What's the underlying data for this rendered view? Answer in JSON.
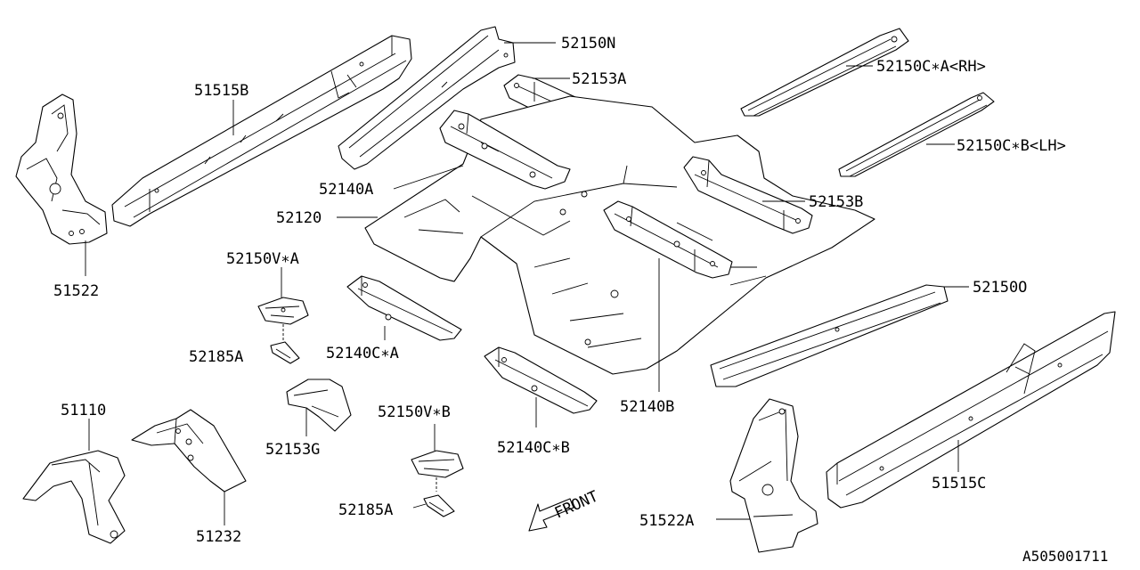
{
  "diagram": {
    "parts": [
      {
        "id": "p51515B",
        "label": "51515B"
      },
      {
        "id": "p52150N",
        "label": "52150N"
      },
      {
        "id": "p52153A",
        "label": "52153A"
      },
      {
        "id": "p52150CA",
        "label": "52150C∗A<RH>"
      },
      {
        "id": "p52150CB",
        "label": "52150C∗B<LH>"
      },
      {
        "id": "p52140A",
        "label": "52140A"
      },
      {
        "id": "p52153B",
        "label": "52153B"
      },
      {
        "id": "p52120",
        "label": "52120"
      },
      {
        "id": "p52150VA",
        "label": "52150V∗A"
      },
      {
        "id": "p52150O",
        "label": "52150O"
      },
      {
        "id": "p51522",
        "label": "51522"
      },
      {
        "id": "p52185A_top",
        "label": "52185A"
      },
      {
        "id": "p52140CA",
        "label": "52140C∗A"
      },
      {
        "id": "p52150VB",
        "label": "52150V∗B"
      },
      {
        "id": "p52140B",
        "label": "52140B"
      },
      {
        "id": "p51110",
        "label": "51110"
      },
      {
        "id": "p52153G",
        "label": "52153G"
      },
      {
        "id": "p52140CB",
        "label": "52140C∗B"
      },
      {
        "id": "p51515C",
        "label": "51515C"
      },
      {
        "id": "p52185A_bottom",
        "label": "52185A"
      },
      {
        "id": "p51522A",
        "label": "51522A"
      },
      {
        "id": "p51232",
        "label": "51232"
      }
    ],
    "front_label": "FRONT",
    "diagram_code": "A505001711"
  }
}
